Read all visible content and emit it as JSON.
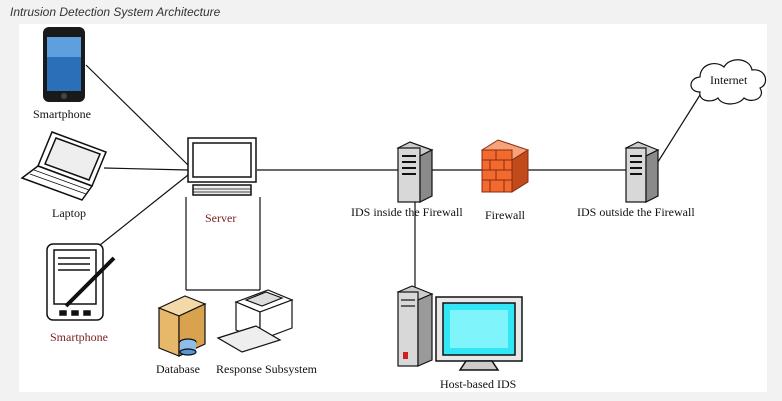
{
  "caption": "Intrusion Detection System Architecture",
  "labels": {
    "smartphone_top": "Smartphone",
    "laptop": "Laptop",
    "smartphone_bottom": "Smartphone",
    "server": "Server",
    "database": "Database",
    "response": "Response Subsystem",
    "ids_inside": "IDS inside the Firewall",
    "firewall": "Firewall",
    "ids_outside": "IDS outside the Firewall",
    "internet": "Internet",
    "host_ids": "Host-based IDS"
  },
  "colors": {
    "server_label": "#7a1f1f",
    "firewall": "#f26a2e",
    "monitor_screen": "#33e6f5"
  }
}
